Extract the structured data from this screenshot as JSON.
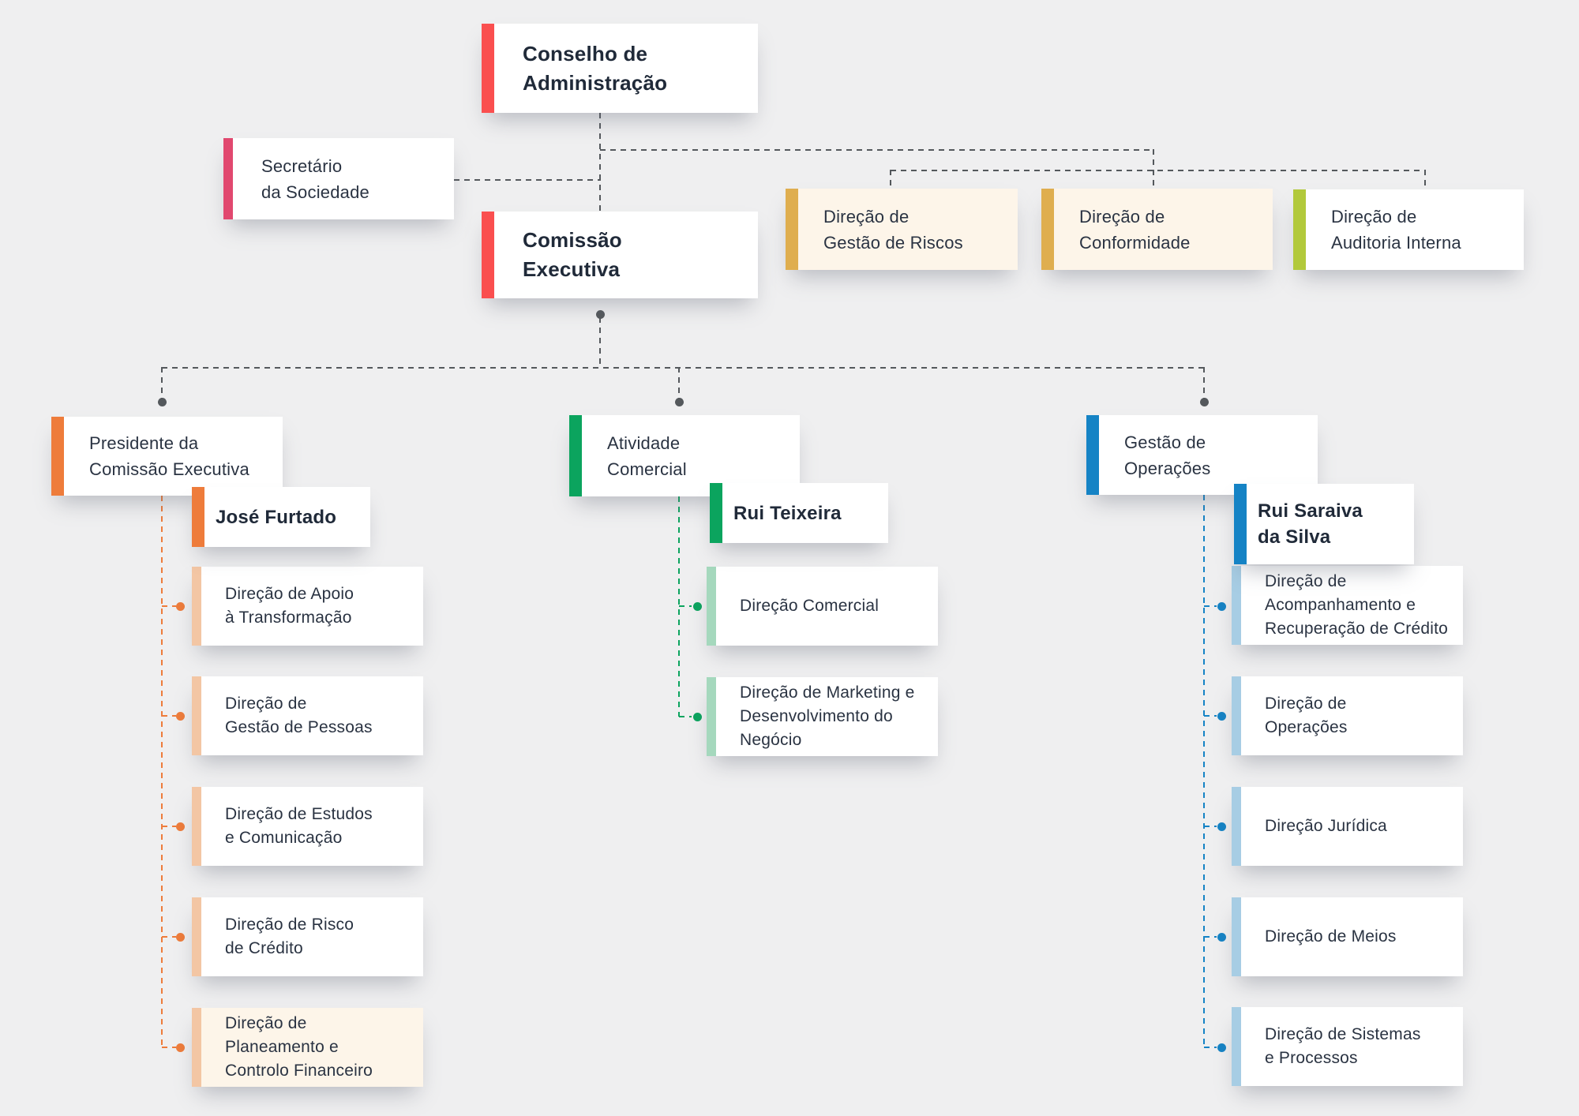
{
  "colors": {
    "background": "#efeff0",
    "connector": "#54585c",
    "text": "#2a3342",
    "red": "#fa4f4f",
    "pink": "#e1486f",
    "gold": "#dfae4f",
    "lime": "#b2c93b",
    "orange": "#ee7c3b",
    "light_orange": "#f3c6a4",
    "green": "#0ba45e",
    "light_green": "#a5d8bd",
    "blue": "#1583c5",
    "light_blue": "#a7cde4",
    "cream_box": "#fdf5e9",
    "white_box": "#ffffff"
  },
  "nodes": {
    "board": {
      "label": "Conselho de\nAdministração",
      "accent": "#fa4f4f"
    },
    "secretary": {
      "label": "Secretário\nda Sociedade",
      "accent": "#e1486f"
    },
    "exec": {
      "label": "Comissão\nExecutiva",
      "accent": "#fa4f4f"
    },
    "control": [
      {
        "label": "Direção de\nGestão de Riscos",
        "accent": "#dfae4f",
        "bg": "#fdf5e9"
      },
      {
        "label": "Direção de\nConformidade",
        "accent": "#dfae4f",
        "bg": "#fdf5e9"
      },
      {
        "label": "Direção de\nAuditoria Interna",
        "accent": "#b2c93b",
        "bg": "#ffffff"
      }
    ],
    "branches": [
      {
        "label": "Presidente da\nComissão Executiva",
        "head": "José Furtado",
        "accent": "#ee7c3b",
        "item_accent": "#f3c6a4",
        "items": [
          {
            "label": "Direção de Apoio\nà Transformação",
            "bg": "#ffffff"
          },
          {
            "label": "Direção de\nGestão de Pessoas",
            "bg": "#ffffff"
          },
          {
            "label": "Direção de Estudos\ne Comunicação",
            "bg": "#ffffff"
          },
          {
            "label": "Direção de Risco\nde Crédito",
            "bg": "#ffffff"
          },
          {
            "label": "Direção de\nPlaneamento e\nControlo Financeiro",
            "bg": "#fdf5e9"
          }
        ]
      },
      {
        "label": "Atividade\nComercial",
        "head": "Rui Teixeira",
        "accent": "#0ba45e",
        "item_accent": "#a5d8bd",
        "items": [
          {
            "label": "Direção Comercial",
            "bg": "#ffffff"
          },
          {
            "label": "Direção de Marketing e\nDesenvolvimento do\nNegócio",
            "bg": "#ffffff"
          }
        ]
      },
      {
        "label": "Gestão de\nOperações",
        "head": "Rui Saraiva\nda Silva",
        "accent": "#1583c5",
        "item_accent": "#a7cde4",
        "items": [
          {
            "label": "Direção de\nAcompanhamento e\nRecuperação de Crédito",
            "bg": "#ffffff"
          },
          {
            "label": "Direção de\nOperações",
            "bg": "#ffffff"
          },
          {
            "label": "Direção Jurídica",
            "bg": "#ffffff"
          },
          {
            "label": "Direção de Meios",
            "bg": "#ffffff"
          },
          {
            "label": "Direção de Sistemas\ne Processos",
            "bg": "#ffffff"
          }
        ]
      }
    ]
  }
}
